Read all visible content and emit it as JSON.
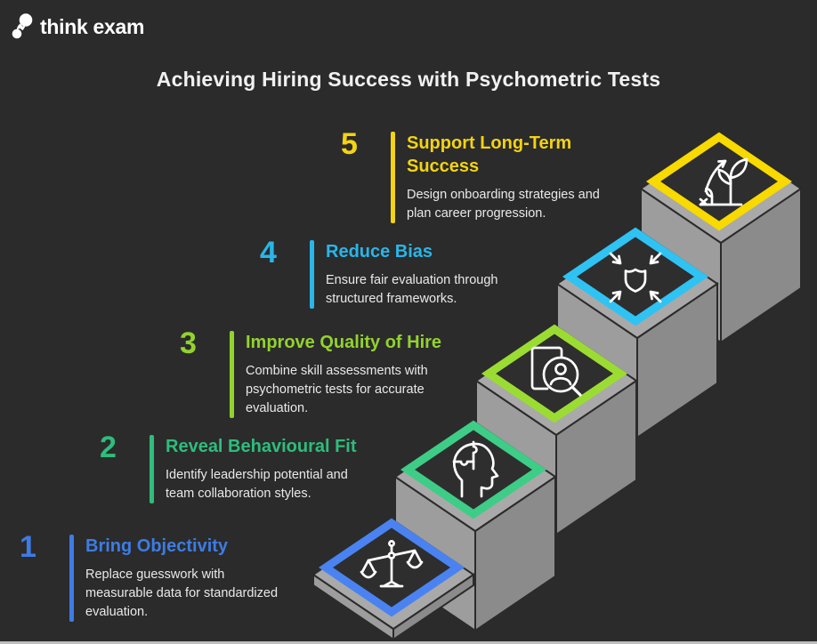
{
  "brand": {
    "name": "think exam",
    "logo_icon": "two-dots-logo"
  },
  "title": "Achieving Hiring Success with Psychometric Tests",
  "colors": {
    "background": "#2b2b2b",
    "stair_top": "#a9a9a9",
    "stair_left": "#9d9d9d",
    "stair_right": "#8b8b8b",
    "diamond_fill": "#2e2e2e",
    "bottom_strip": "#bdbdbd"
  },
  "steps": [
    {
      "number": "1",
      "heading": "Bring Objectivity",
      "body": "Replace guesswork with\nmeasurable data for standardized\nevaluation.",
      "color": "#3d7ce4",
      "diamond_color": "#4a83f1",
      "icon": "scales-icon"
    },
    {
      "number": "2",
      "heading": "Reveal Behavioural Fit",
      "body": "Identify leadership potential and\nteam collaboration styles.",
      "color": "#2ebd7c",
      "diamond_color": "#3ecd86",
      "icon": "head-puzzle-icon"
    },
    {
      "number": "3",
      "heading": "Improve Quality of Hire",
      "body": "Combine skill assessments with\npsychometric tests for accurate\nevaluation.",
      "color": "#92d22f",
      "diamond_color": "#9bdc33",
      "icon": "candidate-magnifier-icon"
    },
    {
      "number": "4",
      "heading": "Reduce Bias",
      "body": "Ensure fair evaluation through\nstructured frameworks.",
      "color": "#29b6e9",
      "diamond_color": "#2fc3f3",
      "icon": "shield-arrows-icon"
    },
    {
      "number": "5",
      "heading": "Support Long-Term\nSuccess",
      "body": "Design onboarding strategies and\nplan career progression.",
      "color": "#f3d313",
      "diamond_color": "#f8d900",
      "icon": "growth-plant-icon"
    }
  ]
}
